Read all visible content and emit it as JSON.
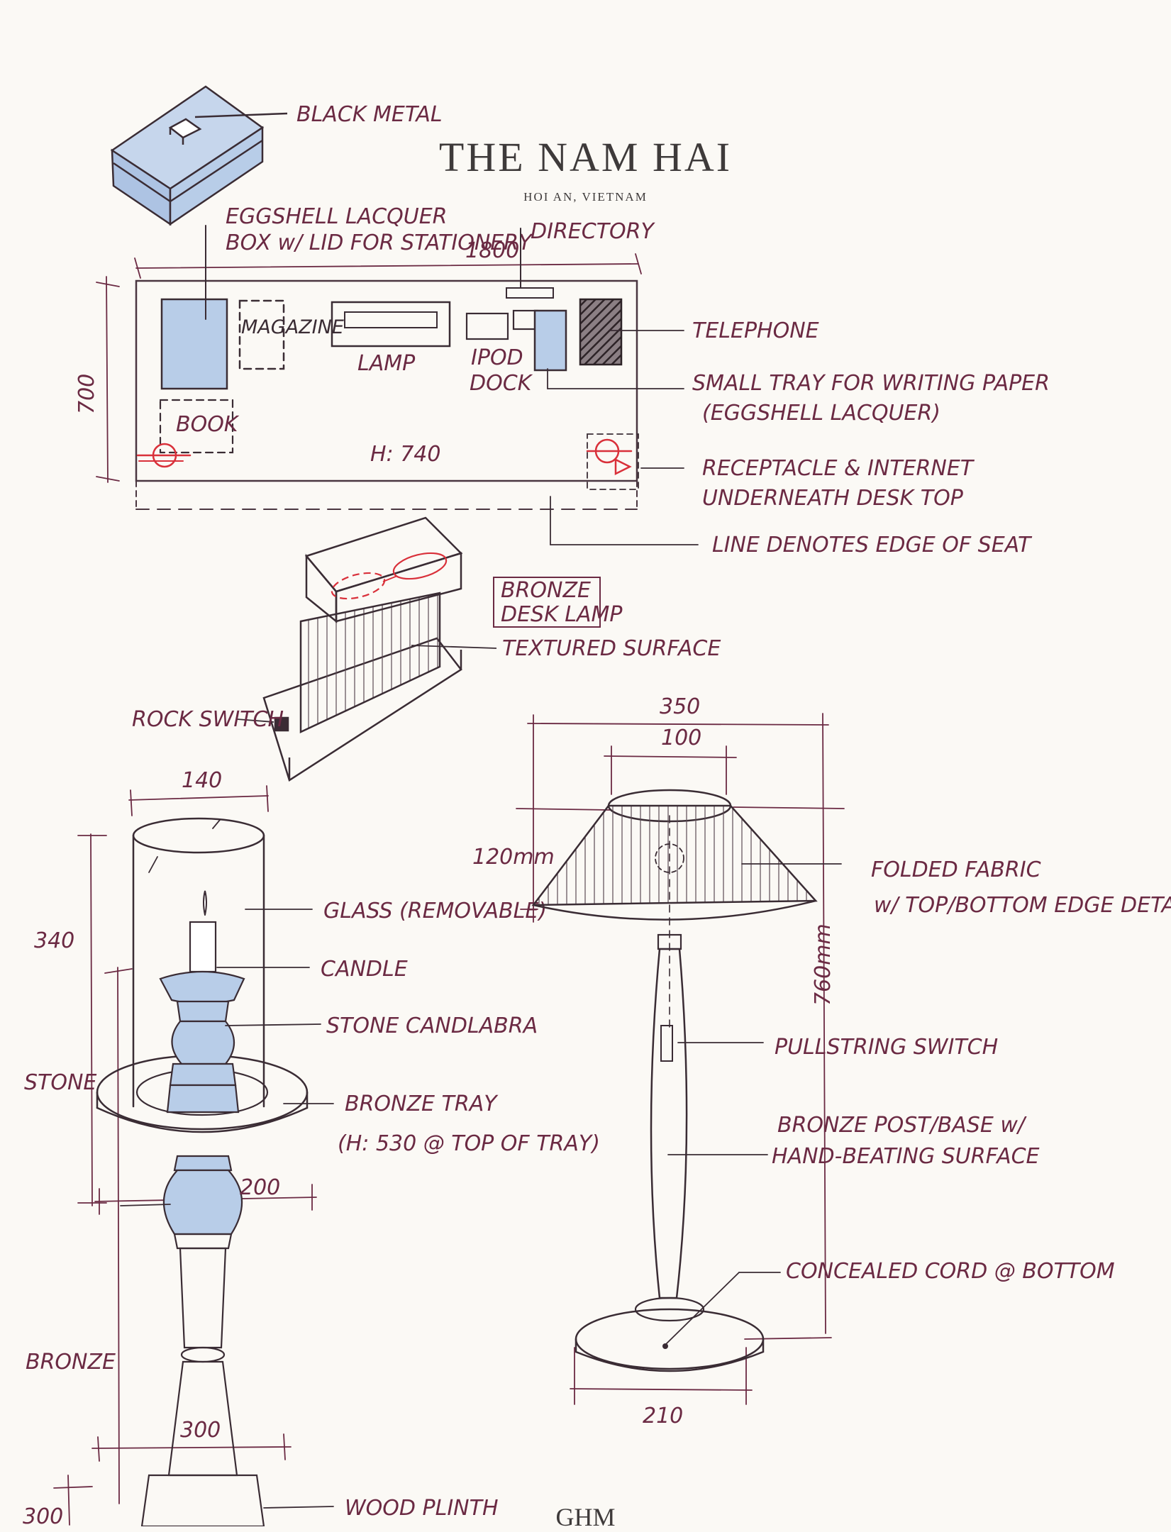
{
  "header": {
    "title": "THE NAM HAI",
    "subtitle": "HOI AN, VIETNAM"
  },
  "footer": {
    "logo": "GHM"
  },
  "colors": {
    "paper": "#fbf9f5",
    "ink": "#3a2c34",
    "maroon": "#6b2a43",
    "blue": "#b8cde8",
    "red": "#d9303a"
  },
  "desk_plan": {
    "box_label": "BLACK METAL",
    "box_note_1": "EGGSHELL LACQUER",
    "box_note_2": "BOX w/ LID FOR STATIONERY",
    "width_dim": "1800",
    "depth_dim": "700",
    "height_note": "H: 740",
    "items": {
      "directory": "DIRECTORY",
      "magazine": "MAGAZINE",
      "lamp": "LAMP",
      "ipod_1": "IPOD",
      "ipod_2": "DOCK",
      "book": "BOOK",
      "telephone": "TELEPHONE",
      "tray_1": "SMALL TRAY FOR WRITING PAPER",
      "tray_2": "(EGGSHELL LACQUER)",
      "receptacle_1": "RECEPTACLE & INTERNET",
      "receptacle_2": "UNDERNEATH DESK TOP",
      "seat_edge": "LINE DENOTES EDGE OF SEAT"
    }
  },
  "desk_lamp": {
    "title_1": "BRONZE",
    "title_2": "DESK LAMP",
    "textured": "TEXTURED SURFACE",
    "rock_switch": "ROCK SWITCH"
  },
  "candelabra": {
    "dim_top": "140",
    "dim_height": "340",
    "glass": "GLASS (REMOVABLE)",
    "candle": "CANDLE",
    "stone_candelabra": "STONE CANDLABRA",
    "stone": "STONE",
    "bronze_tray": "BRONZE TRAY",
    "tray_height": "(H: 530 @ TOP OF TRAY)",
    "dim_tray": "200",
    "bronze": "BRONZE",
    "dim_base": "300",
    "dim_plinth_h": "300",
    "wood_plinth": "WOOD PLINTH"
  },
  "floor_lamp": {
    "dim_shade_bottom": "350",
    "dim_shade_top": "100",
    "dim_shade_h": "120mm",
    "folded_1": "FOLDED FABRIC",
    "folded_2": "w/ TOP/BOTTOM EDGE DETAIL",
    "dim_total_h": "760mm",
    "pullstring": "PULLSTRING SWITCH",
    "post_1": "BRONZE POST/BASE w/",
    "post_2": "HAND-BEATING SURFACE",
    "cord": "CONCEALED CORD @ BOTTOM",
    "dim_base": "210"
  }
}
